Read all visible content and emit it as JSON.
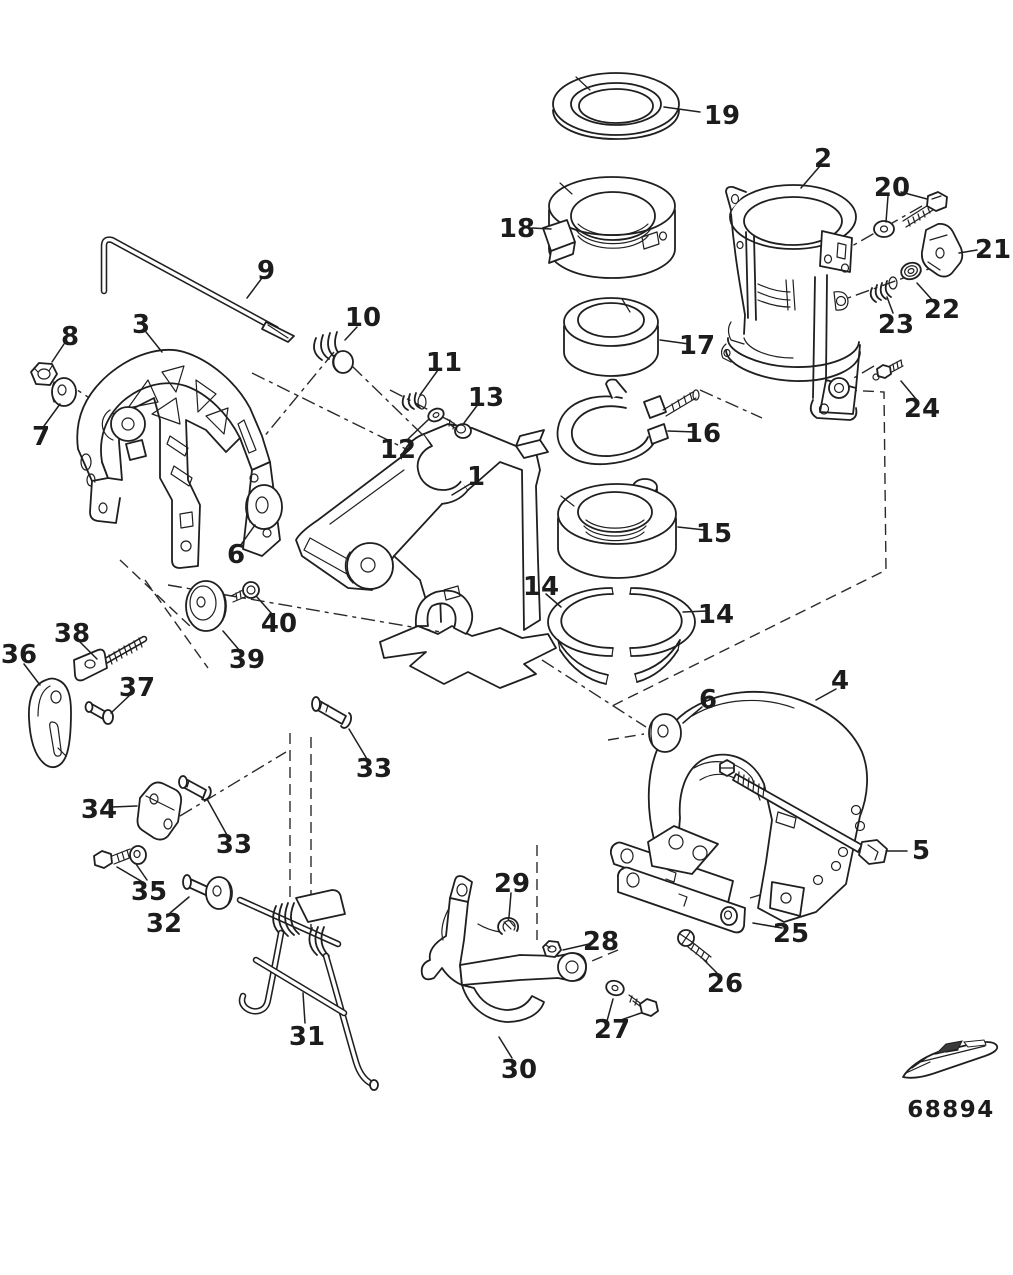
{
  "diagram": {
    "background": "#ffffff",
    "line_color": "#1f1f1f",
    "drawing_number": "68894"
  },
  "callouts": {
    "1": "1",
    "2": "2",
    "3": "3",
    "4": "4",
    "5": "5",
    "6": "6",
    "7": "7",
    "8": "8",
    "9": "9",
    "10": "10",
    "11": "11",
    "12": "12",
    "13": "13",
    "14": "14",
    "15": "15",
    "16": "16",
    "17": "17",
    "18": "18",
    "19": "19",
    "20": "20",
    "21": "21",
    "22": "22",
    "23": "23",
    "24": "24",
    "25": "25",
    "26": "26",
    "27": "27",
    "28": "28",
    "29": "29",
    "30": "30",
    "31": "31",
    "32": "32",
    "33": "33",
    "34": "34",
    "35": "35",
    "36": "36",
    "37": "37",
    "38": "38",
    "39": "39",
    "40": "40"
  }
}
